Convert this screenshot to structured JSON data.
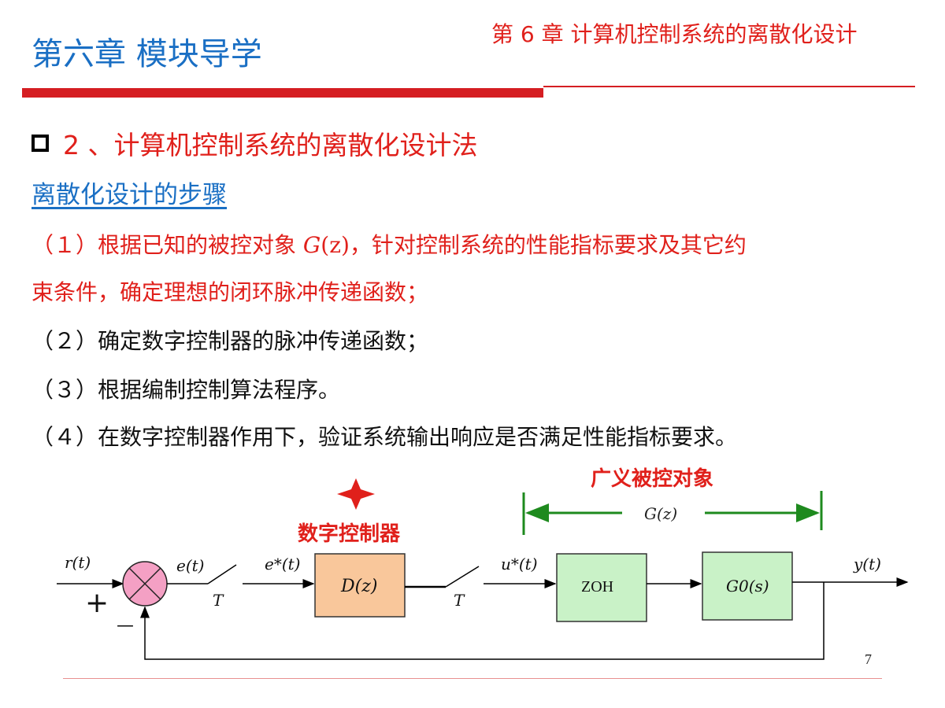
{
  "header": {
    "title": "第六章 模块导学",
    "chapter": "第 6 章  计算机控制系统的离散化设计"
  },
  "section": {
    "heading": "2 、计算机控制系统的离散化设计法",
    "subheading": "离散化设计的步骤"
  },
  "steps": [
    {
      "prefix": "（１）根据已知的被控对象 ",
      "math": "G",
      "math_arg": "(z)",
      "suffix": "，针对控制系统的性能指标要求及其它约",
      "line2": "束条件，确定理想的闭环脉冲传递函数；"
    },
    {
      "text": "（２）确定数字控制器的脉冲传递函数；"
    },
    {
      "text": "（３）根据编制控制算法程序。"
    },
    {
      "text": "（４）在数字控制器作用下，验证系统输出响应是否满足性能指标要求。"
    }
  ],
  "diagram": {
    "controller_label": "数字控制器",
    "plant_label": "广义被控对象",
    "plant_span": "G(z)",
    "input": "r(t)",
    "error": "e(t)",
    "sampled_error": "e*(t)",
    "controller_block": "D(z)",
    "sampled_control": "u*(t)",
    "zoh_block": "ZOH",
    "plant_block": "G0(s)",
    "output": "y(t)",
    "sampler1": "T",
    "sampler2": "T",
    "plus": "+",
    "minus": "—"
  },
  "page_number": "7",
  "colors": {
    "title_blue": "#1a6fc4",
    "accent_red": "#e0201b",
    "controller_fill": "#f9c79b",
    "plant_fill": "#c9f2c7",
    "summing_fill": "#f4a0c4",
    "span_green": "#1e8a1e"
  }
}
